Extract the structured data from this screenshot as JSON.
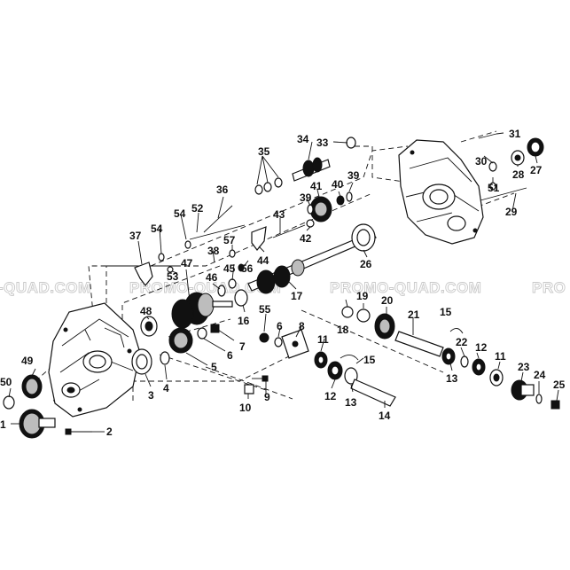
{
  "watermark": {
    "left": "-QUAD.COM",
    "center": "PROMO-QUAD.COM",
    "right": "PROMO-QUAD.COM",
    "edge": "PRO"
  },
  "callouts": [
    {
      "id": "p1",
      "text": "1"
    },
    {
      "id": "p2",
      "text": "2"
    },
    {
      "id": "p3",
      "text": "3"
    },
    {
      "id": "p4",
      "text": "4"
    },
    {
      "id": "p5",
      "text": "5"
    },
    {
      "id": "p6a",
      "text": "6"
    },
    {
      "id": "p6b",
      "text": "6"
    },
    {
      "id": "p7",
      "text": "7"
    },
    {
      "id": "p8",
      "text": "8"
    },
    {
      "id": "p9",
      "text": "9"
    },
    {
      "id": "p10",
      "text": "10"
    },
    {
      "id": "p11a",
      "text": "11"
    },
    {
      "id": "p11b",
      "text": "11"
    },
    {
      "id": "p12a",
      "text": "12"
    },
    {
      "id": "p12b",
      "text": "12"
    },
    {
      "id": "p13a",
      "text": "13"
    },
    {
      "id": "p13b",
      "text": "13"
    },
    {
      "id": "p14",
      "text": "14"
    },
    {
      "id": "p15a",
      "text": "15"
    },
    {
      "id": "p15b",
      "text": "15"
    },
    {
      "id": "p16",
      "text": "16"
    },
    {
      "id": "p17",
      "text": "17"
    },
    {
      "id": "p18",
      "text": "18"
    },
    {
      "id": "p19",
      "text": "19"
    },
    {
      "id": "p20",
      "text": "20"
    },
    {
      "id": "p21",
      "text": "21"
    },
    {
      "id": "p22",
      "text": "22"
    },
    {
      "id": "p23",
      "text": "23"
    },
    {
      "id": "p24",
      "text": "24"
    },
    {
      "id": "p25",
      "text": "25"
    },
    {
      "id": "p26",
      "text": "26"
    },
    {
      "id": "p27",
      "text": "27"
    },
    {
      "id": "p28",
      "text": "28"
    },
    {
      "id": "p29",
      "text": "29"
    },
    {
      "id": "p30",
      "text": "30"
    },
    {
      "id": "p31",
      "text": "31"
    },
    {
      "id": "p33",
      "text": "33"
    },
    {
      "id": "p34",
      "text": "34"
    },
    {
      "id": "p35",
      "text": "35"
    },
    {
      "id": "p36",
      "text": "36"
    },
    {
      "id": "p37",
      "text": "37"
    },
    {
      "id": "p38",
      "text": "38"
    },
    {
      "id": "p39a",
      "text": "39"
    },
    {
      "id": "p39b",
      "text": "39"
    },
    {
      "id": "p40",
      "text": "40"
    },
    {
      "id": "p41",
      "text": "41"
    },
    {
      "id": "p42",
      "text": "42"
    },
    {
      "id": "p43",
      "text": "43"
    },
    {
      "id": "p44",
      "text": "44"
    },
    {
      "id": "p45",
      "text": "45"
    },
    {
      "id": "p46",
      "text": "46"
    },
    {
      "id": "p47",
      "text": "47"
    },
    {
      "id": "p48",
      "text": "48"
    },
    {
      "id": "p49",
      "text": "49"
    },
    {
      "id": "p50",
      "text": "50"
    },
    {
      "id": "p51",
      "text": "51"
    },
    {
      "id": "p52",
      "text": "52"
    },
    {
      "id": "p53",
      "text": "53"
    },
    {
      "id": "p54a",
      "text": "54"
    },
    {
      "id": "p54b",
      "text": "54"
    },
    {
      "id": "p55",
      "text": "55"
    },
    {
      "id": "p56",
      "text": "56"
    },
    {
      "id": "p57",
      "text": "57"
    }
  ]
}
